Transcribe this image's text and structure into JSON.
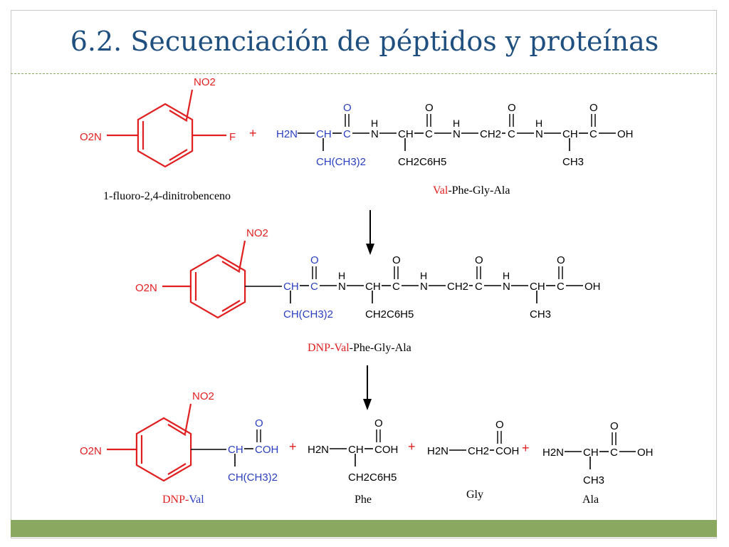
{
  "slide": {
    "title": "6.2. Secuenciación de péptidos y proteínas"
  },
  "colors": {
    "reagent": "#e02020",
    "peptide": "#2a3fbf",
    "bond": "#000000",
    "title": "#1f4f7f",
    "bar": "#8aa860"
  },
  "reagent": {
    "no2": "NO2",
    "o2n": "O2N",
    "f": "F",
    "name": "1-fluoro-2,4-dinitrobenceno"
  },
  "plus": "+",
  "peptide_atoms": {
    "h2n": "H2N",
    "ch": "CH",
    "c": "C",
    "o": "O",
    "n": "N",
    "h": "H",
    "ch2": "CH2",
    "oh": "OH",
    "coh": "COH",
    "iso": "CH(CH3)2",
    "benzyl": "CH2C6H5",
    "ch3": "CH3"
  },
  "labels": {
    "row1_prefix": "Val",
    "row1_suffix": "-Phe-Gly-Ala",
    "row2_prefix": "DNP-Val",
    "row2_suffix": "-Phe-Gly-Ala",
    "row3_dnp_prefix": "DNP-",
    "row3_dnp_suffix": "Val",
    "phe": "Phe",
    "gly": "Gly",
    "ala": "Ala"
  }
}
